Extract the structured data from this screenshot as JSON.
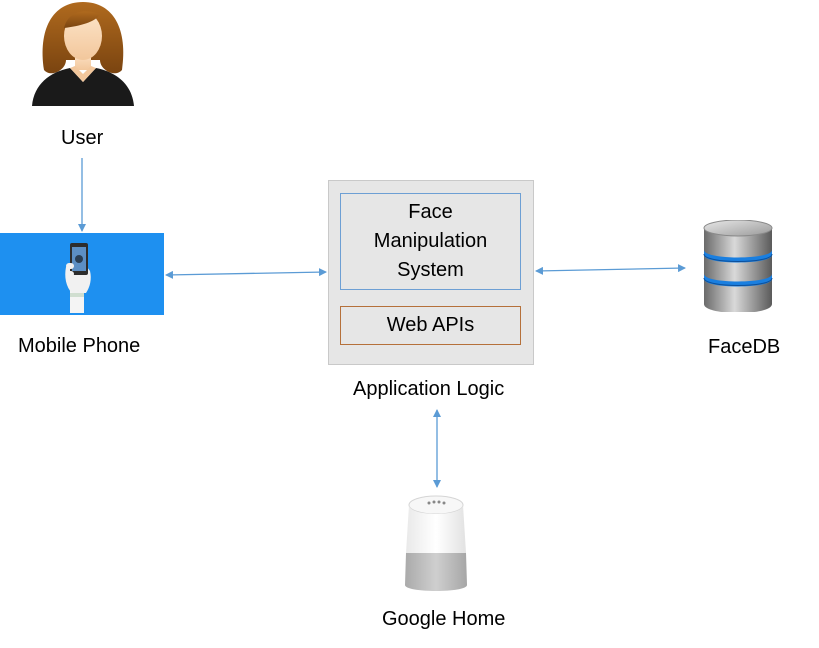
{
  "nodes": {
    "user": {
      "label": "User",
      "icon": "user-avatar-icon"
    },
    "mobile": {
      "label": "Mobile Phone",
      "icon": "mobile-phone-hand-icon",
      "panel_color": "#1e90f0"
    },
    "app": {
      "label": "Application Logic",
      "inner_top": {
        "label": "Face Manipulation System"
      },
      "inner_bottom": {
        "label": "Web APIs"
      }
    },
    "facedb": {
      "label": "FaceDB",
      "icon": "database-icon"
    },
    "google_home": {
      "label": "Google Home",
      "icon": "smart-speaker-icon"
    }
  },
  "edges": [
    {
      "from": "User",
      "to": "Mobile Phone",
      "direction": "one-way"
    },
    {
      "from": "Mobile Phone",
      "to": "Application Logic",
      "direction": "two-way"
    },
    {
      "from": "Application Logic",
      "to": "FaceDB",
      "direction": "two-way"
    },
    {
      "from": "Application Logic",
      "to": "Google Home",
      "direction": "two-way"
    }
  ],
  "colors": {
    "connector": "#5b9bd5",
    "panel_gray": "#e6e6e6",
    "fms_border": "#6d9fd4",
    "api_border": "#b5703a",
    "db_accent": "#1a7fe0"
  }
}
